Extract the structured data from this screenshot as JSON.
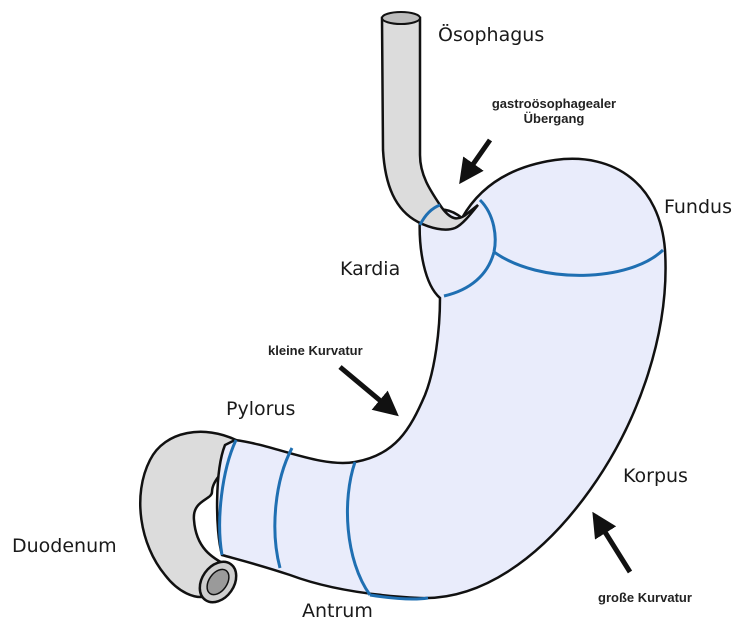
{
  "labels": {
    "oesophagus": "Ösophagus",
    "ge_junction_line1": "gastroösophagealer",
    "ge_junction_line2": "Übergang",
    "fundus": "Fundus",
    "kardia": "Kardia",
    "kleine_kurvatur": "kleine Kurvatur",
    "pylorus": "Pylorus",
    "korpus": "Korpus",
    "duodenum": "Duodenum",
    "antrum": "Antrum",
    "grosse_kurvatur": "große Kurvatur"
  },
  "colors": {
    "stomach_fill": "#e9ecfb",
    "tube_fill": "#dcdcdc",
    "outline": "#111111",
    "region_boundary": "#1f6fb2",
    "arrow": "#111111"
  }
}
